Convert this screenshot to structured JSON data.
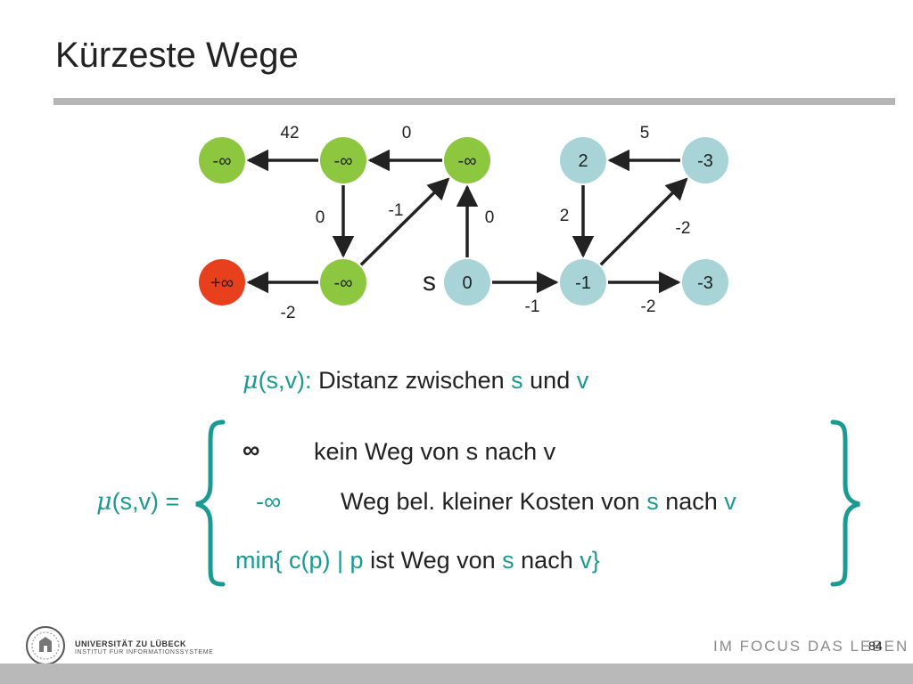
{
  "slide": {
    "title": "Kürzeste Wege",
    "page_number": "84"
  },
  "graph": {
    "nodes": [
      {
        "id": "a",
        "label": "-∞",
        "color": "#8dc63f"
      },
      {
        "id": "b",
        "label": "-∞",
        "color": "#8dc63f"
      },
      {
        "id": "c",
        "label": "-∞",
        "color": "#8dc63f"
      },
      {
        "id": "d",
        "label": "2",
        "color": "#a8d4d8"
      },
      {
        "id": "e",
        "label": "-3",
        "color": "#a8d4d8"
      },
      {
        "id": "f",
        "label": "+∞",
        "color": "#e8401c"
      },
      {
        "id": "g",
        "label": "-∞",
        "color": "#8dc63f"
      },
      {
        "id": "s",
        "label": "0",
        "color": "#a8d4d8"
      },
      {
        "id": "h",
        "label": "-1",
        "color": "#a8d4d8"
      },
      {
        "id": "i",
        "label": "-3",
        "color": "#a8d4d8"
      }
    ],
    "edges": [
      {
        "from": "b",
        "to": "a",
        "weight": "42"
      },
      {
        "from": "c",
        "to": "b",
        "weight": "0"
      },
      {
        "from": "e",
        "to": "d",
        "weight": "5"
      },
      {
        "from": "b",
        "to": "g",
        "weight": "0"
      },
      {
        "from": "g",
        "to": "c",
        "weight": "-1"
      },
      {
        "from": "s",
        "to": "c",
        "weight": "0"
      },
      {
        "from": "d",
        "to": "h",
        "weight": "2"
      },
      {
        "from": "h",
        "to": "e",
        "weight": "-2"
      },
      {
        "from": "g",
        "to": "f",
        "weight": "-2"
      },
      {
        "from": "s",
        "to": "h",
        "weight": "-1"
      },
      {
        "from": "h",
        "to": "i",
        "weight": "-2"
      }
    ],
    "source_label": "s"
  },
  "definition": {
    "mu": "μ",
    "args": "(s,v)",
    "colon_text": ": Distanz zwischen ",
    "s": "s",
    "und": " und ",
    "v": "v"
  },
  "cases": {
    "lhs_mu": "μ",
    "lhs_args": "(s,v) =",
    "case1_symbol": "∞",
    "case1_text": "kein Weg von s nach v",
    "case2_symbol": "-∞",
    "case2_text_a": "Weg bel. kleiner Kosten von ",
    "case2_s": "s",
    "case2_text_b": " nach ",
    "case2_v": "v",
    "case3_text_a": "min{ c(p) ",
    "case3_bar": "|",
    "case3_p": " p",
    "case3_text_b": " ist Weg von ",
    "case3_s": "s",
    "case3_text_c": " nach ",
    "case3_v": "v",
    "case3_close": "}"
  },
  "footer": {
    "university": "UNIVERSITÄT ZU LÜBECK",
    "institute": "INSTITUT FÜR INFORMATIONSSYSTEME",
    "slogan": "IM FOCUS DAS LEBEN"
  },
  "colors": {
    "accent_teal": "#1a9a90",
    "green_node": "#8dc63f",
    "red_node": "#e8401c",
    "blue_node": "#a8d4d8"
  }
}
